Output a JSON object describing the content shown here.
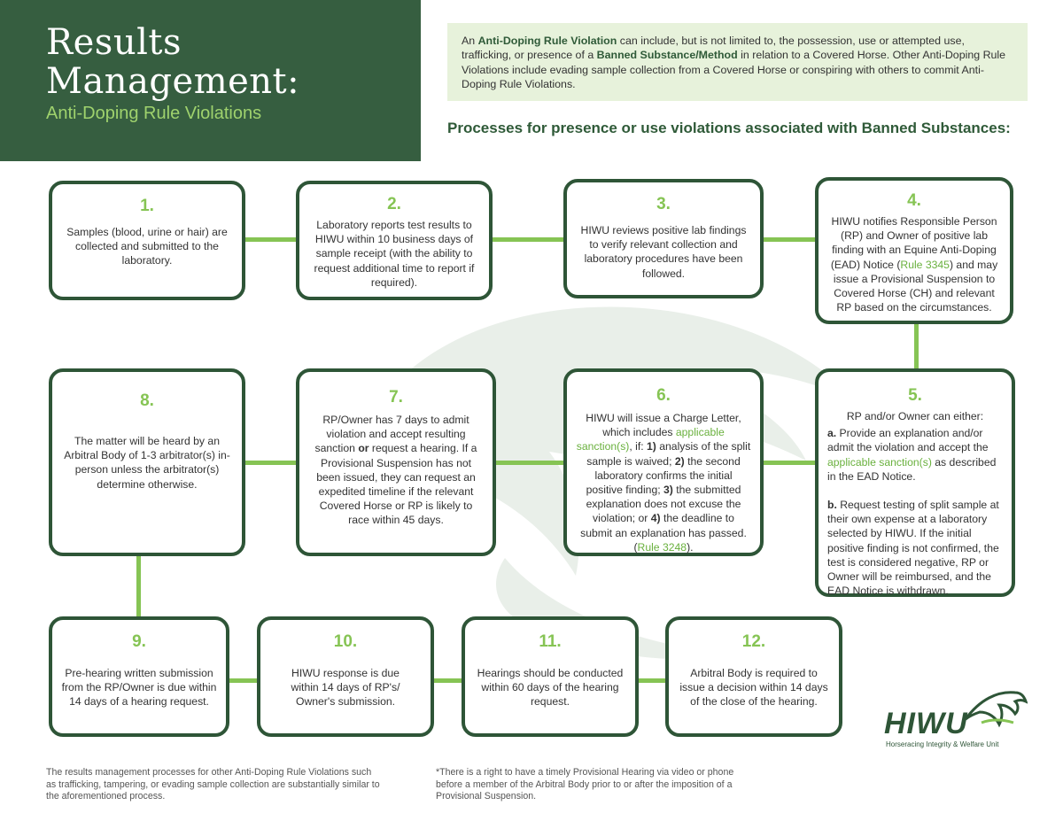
{
  "header": {
    "title_line1": "Results",
    "title_line2": "Management:",
    "subtitle": "Anti-Doping Rule Violations",
    "bg_color": "#365e40"
  },
  "definition": {
    "pre1": "An ",
    "term1": "Anti-Doping Rule Violation",
    "mid1": " can include, but is not limited to, the possession, use or attempted use, trafficking, or presence of a ",
    "term2": "Banned Substance/Method",
    "post": " in relation to a Covered Horse. Other Anti-Doping Rule Violations include evading sample collection from a Covered Horse or conspiring with others to commit Anti-Doping Rule Violations."
  },
  "process_heading": "Processes for presence or use violations associated with Banned Substances:",
  "steps": {
    "s1": {
      "num": "1.",
      "text": "Samples (blood, urine or hair) are collected and submitted to the laboratory."
    },
    "s2": {
      "num": "2.",
      "text": "Laboratory reports test results to HIWU within 10 business days of sample receipt (with the ability to request additional time to report if required)."
    },
    "s3": {
      "num": "3.",
      "text": "HIWU reviews positive lab findings to verify relevant collection and laboratory procedures have been followed."
    },
    "s4": {
      "num": "4.",
      "text_a": "HIWU notifies Responsible Person (RP) and Owner of positive lab finding with an Equine Anti-Doping (EAD) Notice (",
      "rule": "Rule 3345",
      "text_b": ") and may issue a Provisional Suspension to Covered Horse (CH) and relevant RP based on the circumstances."
    },
    "s5": {
      "num": "5.",
      "intro": "RP and/or Owner can either:",
      "a_label": "a.",
      "a_text": " Provide an explanation and/or admit the violation and accept the ",
      "a_link": "applicable sanction(s)",
      "a_tail": " as described in the EAD Notice.",
      "b_label": "b.",
      "b_text": "  Request testing of split sample at their own expense at a laboratory selected by HIWU. If the initial positive finding is not confirmed, the test is considered negative, RP or Owner will be reimbursed, and the EAD Notice is withdrawn."
    },
    "s6": {
      "num": "6.",
      "t1": "HIWU will issue a Charge Letter, which includes ",
      "link": "applicable sanction(s)",
      "t2": ", if: ",
      "n1": "1)",
      "t3": " analysis of the split sample is waived; ",
      "n2": "2)",
      "t4": " the second laboratory confirms the initial positive finding; ",
      "n3": "3)",
      "t5": " the submitted explanation does not excuse the violation; or ",
      "n4": "4)",
      "t6": " the deadline to submit an explanation has passed. (",
      "rule": "Rule 3248",
      "t7": ")."
    },
    "s7": {
      "num": "7.",
      "t1": "RP/Owner has 7 days to admit violation and accept resulting sanction ",
      "or": "or",
      "t2": " request a hearing. If a Provisional Suspension has not been issued, they can request an expedited timeline if the relevant Covered Horse or RP is likely to race within 45 days."
    },
    "s8": {
      "num": "8.",
      "text": "The matter will be heard by an Arbitral Body of 1-3 arbitrator(s) in-person unless the arbitrator(s) determine otherwise."
    },
    "s9": {
      "num": "9.",
      "text": "Pre-hearing written submission from the RP/Owner is due within 14 days of a hearing request."
    },
    "s10": {
      "num": "10.",
      "text": "HIWU response is due within 14 days of RP's/ Owner's submission."
    },
    "s11": {
      "num": "11.",
      "text": "Hearings should be conducted within 60 days of the hearing request."
    },
    "s12": {
      "num": "12.",
      "text": "Arbitral Body is required to issue a decision within 14 days of the close of the hearing."
    }
  },
  "footnote_left": "The results management processes for other Anti-Doping Rule Violations such as trafficking, tampering, or evading sample collection are substantially similar to the aforementioned process.",
  "footnote_right": "*There is a right to have a timely Provisional Hearing via video or phone before a member of the Arbitral Body prior to or after the imposition of a Provisional Suspension.",
  "logo": {
    "wordmark": "HIWU",
    "tagline": "Horseracing Integrity & Welfare Unit",
    "icon": "horse-head-icon"
  },
  "colors": {
    "dark_green": "#2e5537",
    "light_green": "#86c454",
    "definition_bg": "#e7f2db"
  }
}
